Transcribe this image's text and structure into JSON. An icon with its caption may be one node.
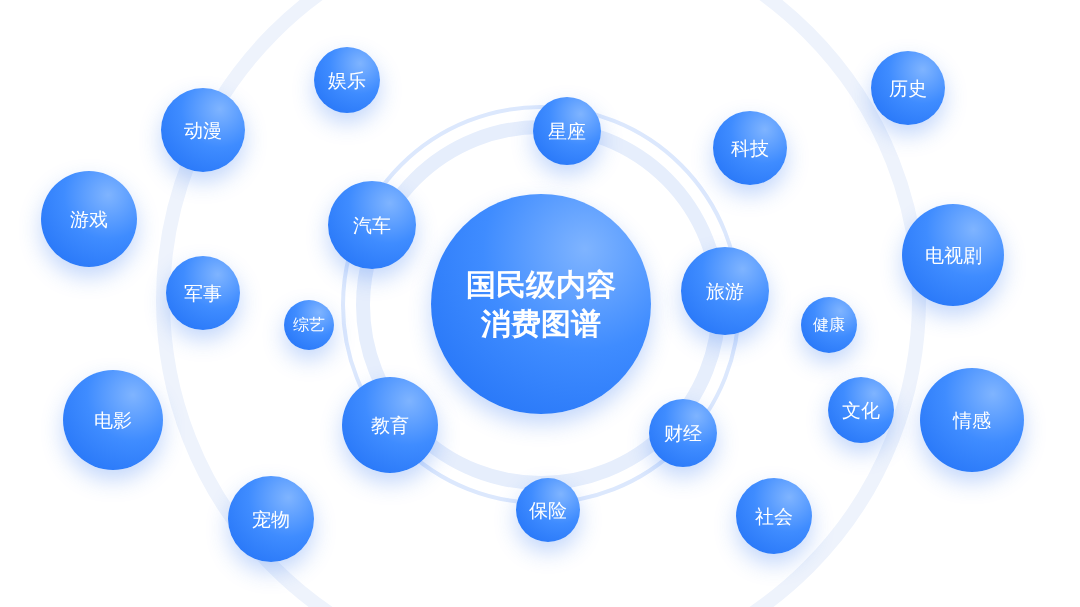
{
  "diagram": {
    "nodes": [
      {
        "text": [
          "娱乐"
        ]
      },
      {
        "text": [
          "历史"
        ]
      },
      {
        "text": [
          "动漫"
        ]
      },
      {
        "text": [
          "星座"
        ]
      },
      {
        "text": [
          "科技"
        ]
      },
      {
        "text": [
          "游戏"
        ]
      },
      {
        "text": [
          "汽车"
        ]
      },
      {
        "text": [
          "电视剧"
        ]
      },
      {
        "text": [
          "旅游"
        ]
      },
      {
        "text": [
          "国民级内容消费图谱"
        ]
      },
      {
        "text": [
          "军事"
        ]
      },
      {
        "text": [
          "综艺"
        ]
      },
      {
        "text": [
          "健康"
        ]
      },
      {
        "text": [
          "文化"
        ]
      },
      {
        "text": [
          "电影"
        ]
      },
      {
        "text": [
          "情感"
        ]
      },
      {
        "text": [
          "教育"
        ]
      },
      {
        "text": [
          "财经"
        ]
      },
      {
        "text": [
          "保险"
        ]
      },
      {
        "text": [
          "社会"
        ]
      },
      {
        "text": [
          "宠物"
        ]
      }
    ]
  }
}
